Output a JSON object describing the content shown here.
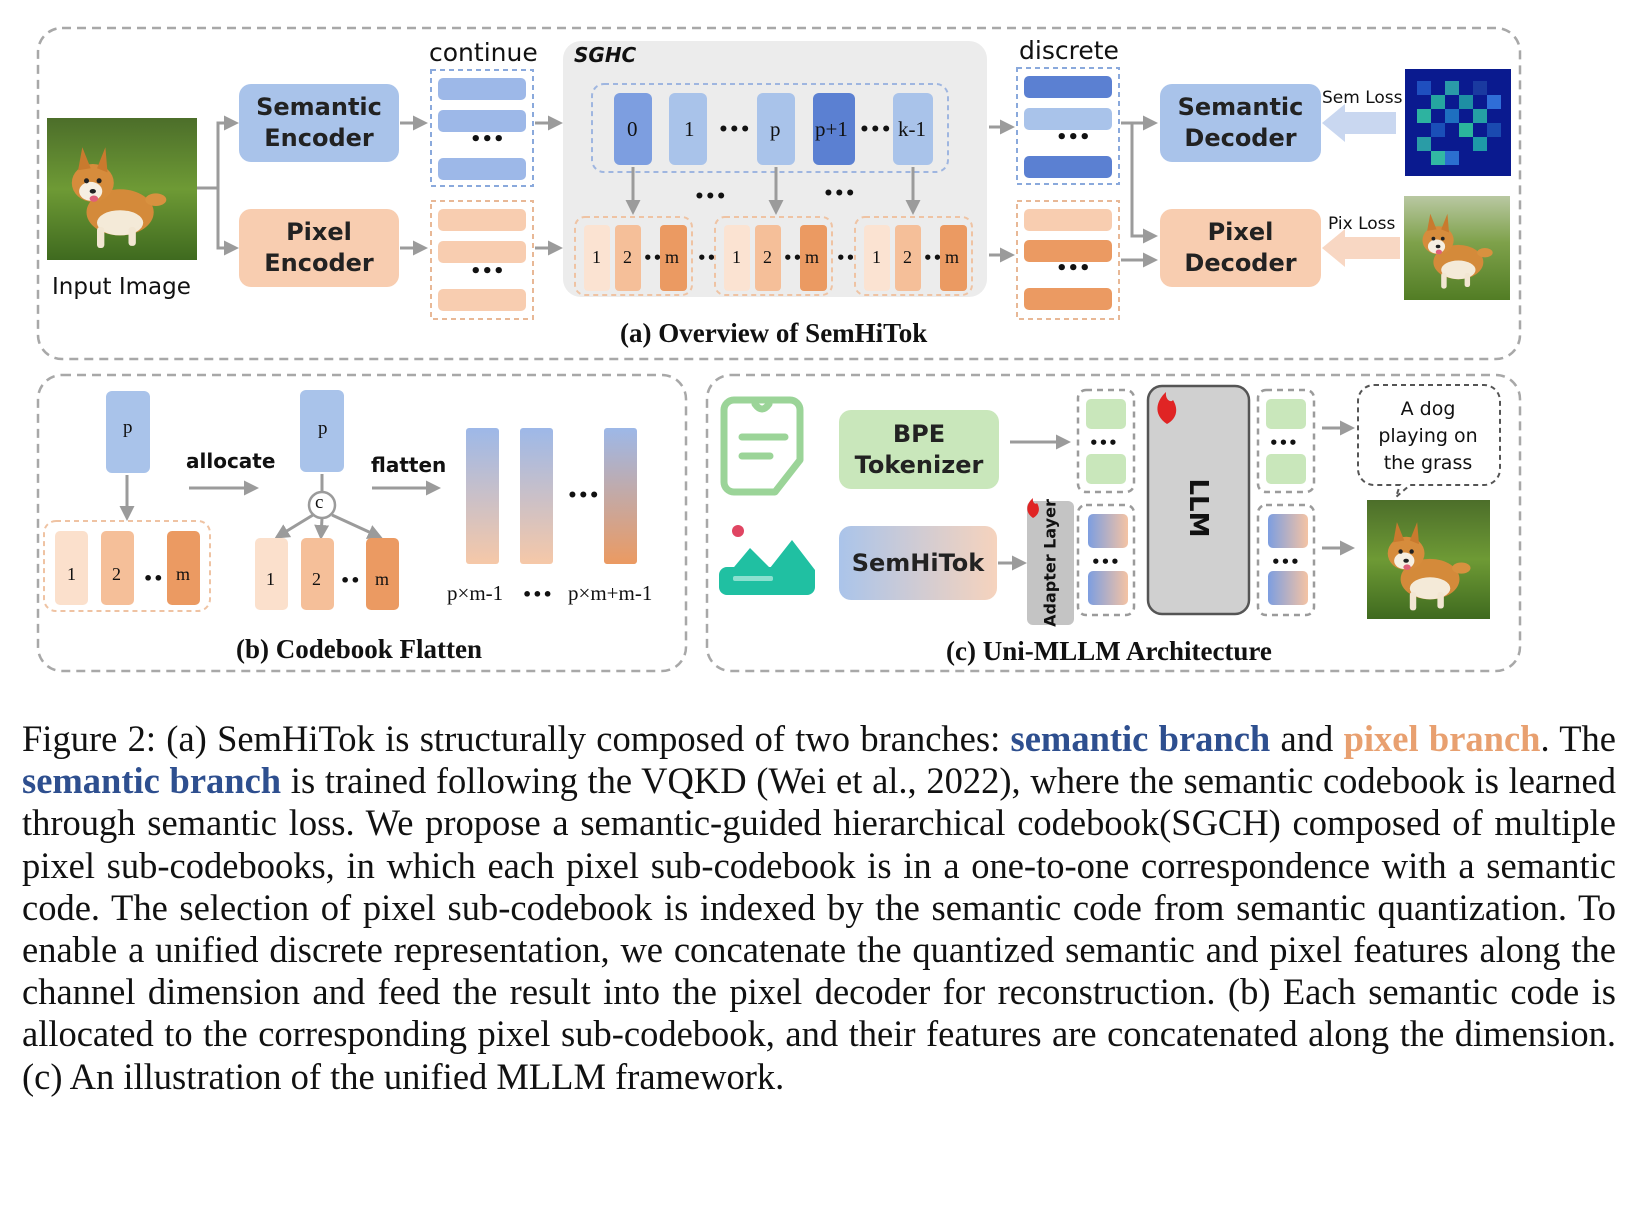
{
  "panel_a": {
    "title": "(a) Overview of SemHiTok",
    "input_label": "Input Image",
    "semantic_encoder": "Semantic Encoder",
    "pixel_encoder": "Pixel Encoder",
    "continue_label": "continue",
    "sghc_label": "SGHC",
    "discrete_label": "discrete",
    "semantic_decoder": "Semantic Decoder",
    "pixel_decoder": "Pixel Decoder",
    "sem_loss": "Sem Loss",
    "pix_loss": "Pix Loss",
    "codes": [
      "0",
      "1",
      "p",
      "p+1",
      "k-1"
    ],
    "sub_codes": [
      "1",
      "2",
      "m"
    ],
    "ellipsis": "•••",
    "dots2": "••"
  },
  "panel_b": {
    "title": "(b) Codebook Flatten",
    "p": "p",
    "allocate": "allocate",
    "flatten": "flatten",
    "c": "c",
    "sub_codes": [
      "1",
      "2",
      "m"
    ],
    "flat_left": "p×m-1",
    "flat_right": "p×m+m-1",
    "ellipsis": "•••",
    "dots2": "••"
  },
  "panel_c": {
    "title": "(c) Uni-MLLM Architecture",
    "bpe": "BPE Tokenizer",
    "semhitok": "SemHiTok",
    "adapter": "Adapter Layer",
    "llm": "LLM",
    "output_text": "A dog playing on the grass",
    "ellipsis": "•••"
  },
  "caption": {
    "p1": "Figure 2: (a) SemHiTok is structurally composed of two branches: ",
    "semantic_branch": "semantic branch",
    "and": " and ",
    "pixel_branch": "pixel branch",
    "p2": ". The ",
    "p3": " is trained following the VQKD (Wei et al., 2022), where the semantic codebook is learned through semantic loss. We propose a semantic-guided hierarchical codebook(SGCH) composed of multiple pixel sub-codebooks, in which each pixel sub-codebook is in a one-to-one correspondence with a semantic code. The selection of pixel sub-codebook is indexed by the semantic code from semantic quantization. To enable a unified discrete representation, we concatenate the quantized semantic and pixel features along the channel dimension and feed the result into the pixel decoder for reconstruction. (b) Each semantic code is allocated to the corresponding pixel sub-codebook, and their features are concatenated along the dimension. (c) An illustration of the unified MLLM framework."
  },
  "colors": {
    "semantic_blue": "#a9c3ea",
    "pixel_orange": "#f8cdb0",
    "text_green": "#c9e7bb",
    "caption_blue": "#2e4f8f",
    "caption_orange": "#e8a070"
  }
}
